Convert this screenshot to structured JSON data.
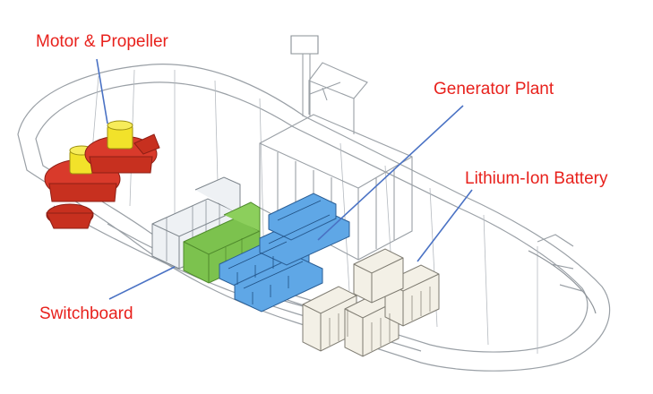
{
  "diagram": {
    "labels": {
      "motor_propeller": "Motor & Propeller",
      "generator_plant": "Generator Plant",
      "lithium_ion_battery": "Lithium-Ion Battery",
      "switchboard": "Switchboard"
    },
    "colors": {
      "label_text": "#e8211c",
      "leader_line": "#4a72c4",
      "hull_line": "#9aa0a6",
      "propulsion_red": "#d93a2b",
      "motor_yellow": "#f2e22a",
      "generator_blue": "#5fa7e6",
      "switchboard_green": "#7cc24e",
      "battery_cream": "#f3f0e6"
    },
    "icons": [
      "motor-propeller-unit",
      "generator-set",
      "battery-rack",
      "switchboard-cabinet"
    ]
  }
}
